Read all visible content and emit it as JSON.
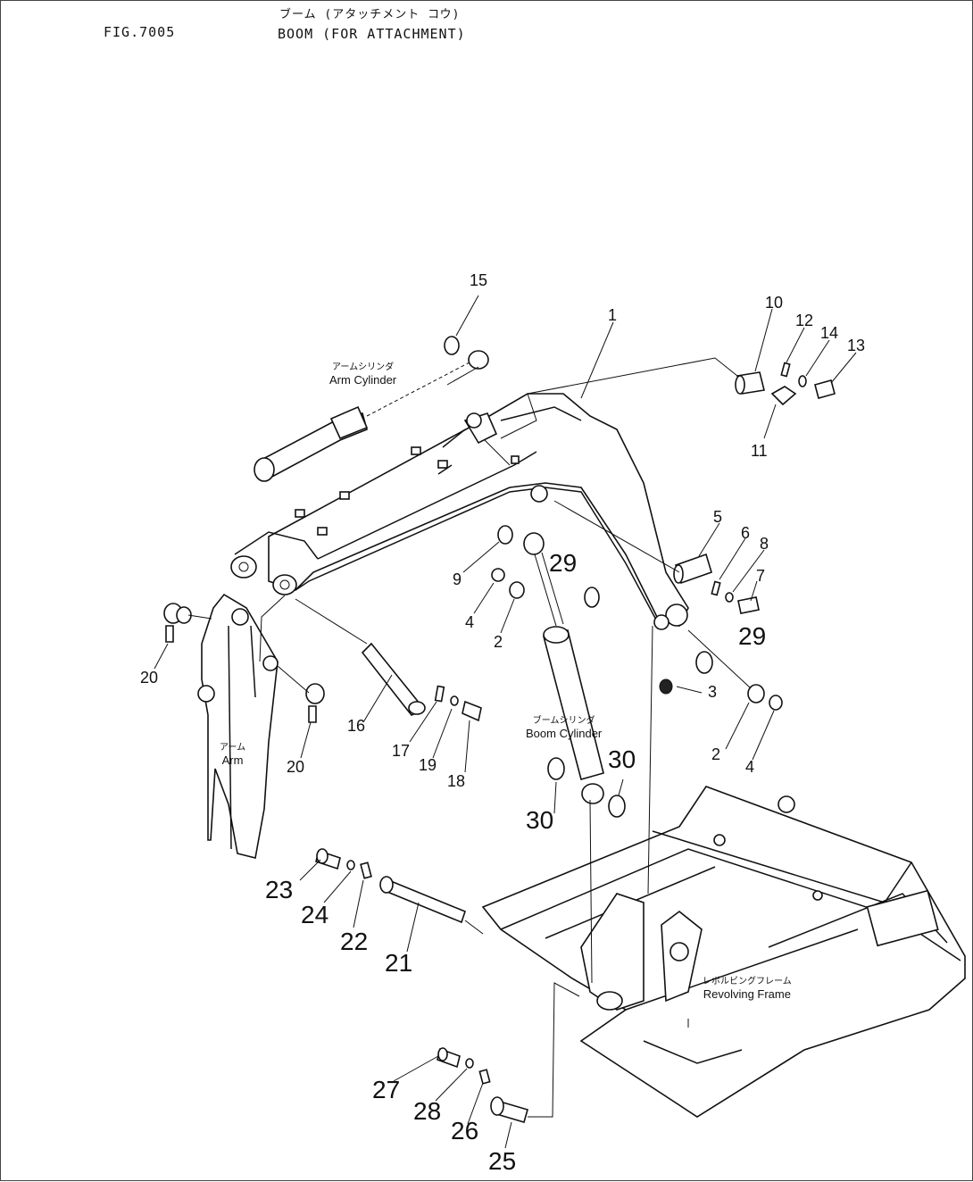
{
  "header": {
    "fig_no": "FIG.7005",
    "title_jp": "ブーム (アタッチメント コウ)",
    "title_en": "BOOM (FOR ATTACHMENT)"
  },
  "captions": {
    "arm_cylinder_jp": "アームシリンダ",
    "arm_cylinder_en": "Arm Cylinder",
    "boom_cylinder_jp": "ブームシリンダ",
    "boom_cylinder_en": "Boom Cylinder",
    "arm_jp": "アーム",
    "arm_en": "Arm",
    "revolving_frame_jp": "レボルビングフレーム",
    "revolving_frame_en": "Revolving Frame"
  },
  "part_numbers": {
    "p1": "1",
    "p2a": "2",
    "p2b": "2",
    "p3": "3",
    "p4a": "4",
    "p4b": "4",
    "p5": "5",
    "p6": "6",
    "p7": "7",
    "p8": "8",
    "p9": "9",
    "p10": "10",
    "p11": "11",
    "p12": "12",
    "p13": "13",
    "p14": "14",
    "p15": "15",
    "p16": "16",
    "p17": "17",
    "p18": "18",
    "p19": "19",
    "p20a": "20",
    "p20b": "20",
    "p21": "21",
    "p22": "22",
    "p23": "23",
    "p24": "24",
    "p25": "25",
    "p26": "26",
    "p27": "27",
    "p28": "28",
    "p29a": "29",
    "p29b": "29",
    "p30a": "30",
    "p30b": "30"
  }
}
